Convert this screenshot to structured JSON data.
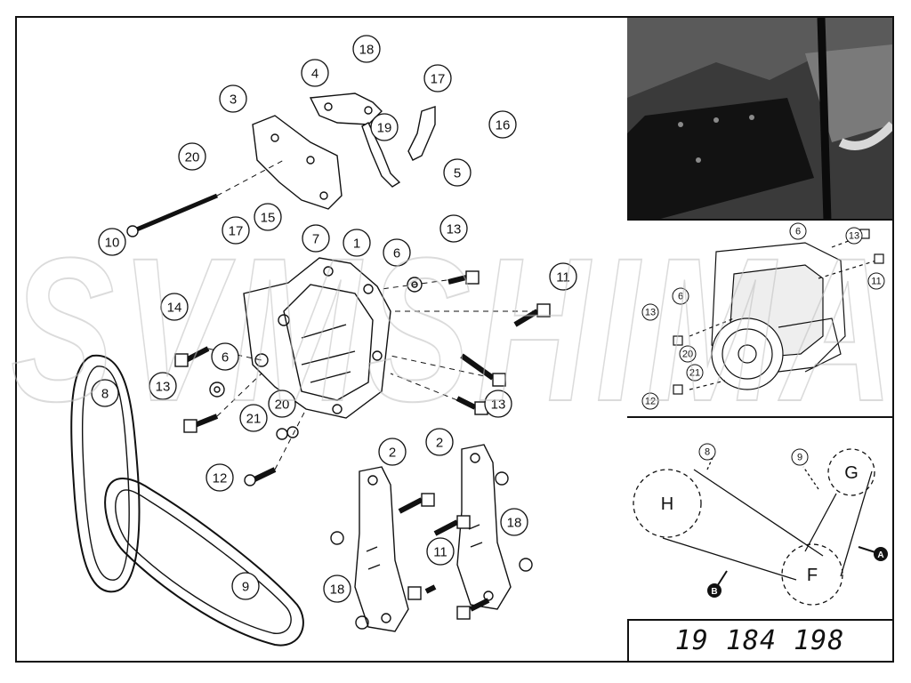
{
  "main_callouts": [
    "18",
    "4",
    "17",
    "3",
    "19",
    "16",
    "5",
    "20",
    "15",
    "10",
    "17",
    "7",
    "1",
    "6",
    "13",
    "11",
    "14",
    "6",
    "13",
    "13",
    "20",
    "21",
    "12",
    "8",
    "2",
    "2",
    "18",
    "11",
    "18",
    "9"
  ],
  "compressor_callouts": [
    "6",
    "13",
    "11",
    "13",
    "6",
    "20",
    "21",
    "12"
  ],
  "belt_diagram": {
    "pulleys": [
      "H",
      "G",
      "F"
    ],
    "callouts": [
      "8",
      "9"
    ],
    "arrows": [
      "A",
      "B"
    ]
  },
  "part_number": "19 184 198",
  "watermark_text": "SVMSHIMA",
  "colors": {
    "line": "#111111",
    "paper": "#ffffff",
    "photo": "#2a2a2a",
    "watermark_red": "#e05050",
    "watermark_cyan": "#60c0d0"
  }
}
